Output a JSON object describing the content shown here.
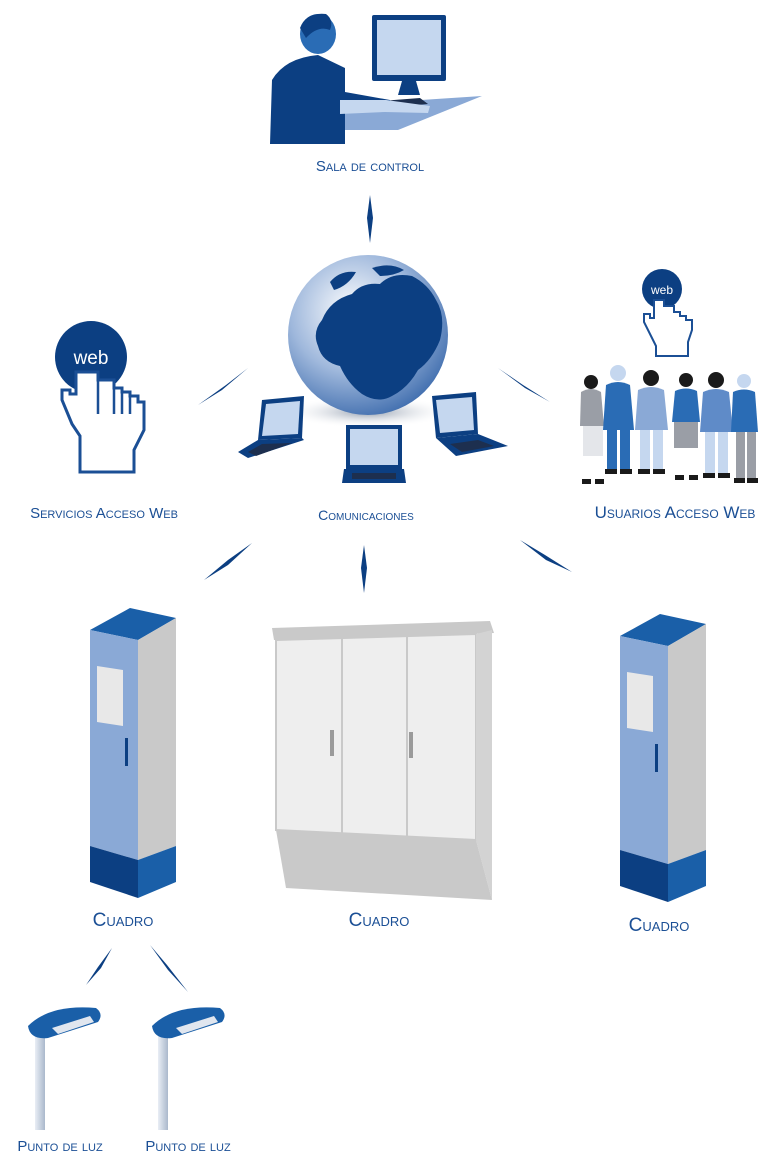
{
  "labels": {
    "control_room": "Sala de control",
    "communications": "Comunicaciones",
    "web_services": "Servicios Acceso Web",
    "web_users": "Usuarios Acceso Web",
    "cabinet_left": "Cuadro",
    "cabinet_center": "Cuadro",
    "cabinet_right": "Cuadro",
    "light_point_1": "Punto de luz",
    "light_point_2": "Punto de luz"
  },
  "web_badge_large": "web",
  "web_badge_small": "web",
  "colors": {
    "label_blue": "#1b4f95",
    "navy": "#003c7d",
    "mid_blue": "#2a6cb5",
    "light_blue": "#8aa9d6",
    "pale_blue": "#c5d7ef",
    "grey": "#c9c9c9"
  }
}
